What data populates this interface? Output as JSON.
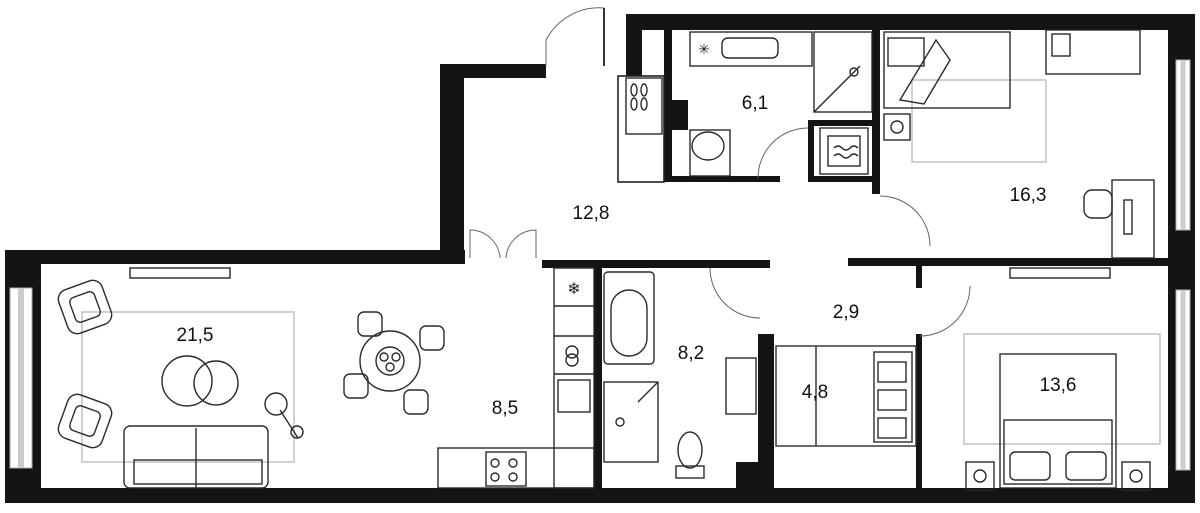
{
  "rooms": [
    {
      "id": "living",
      "area": "21,5"
    },
    {
      "id": "kitchen",
      "area": "8,5"
    },
    {
      "id": "hall",
      "area": "12,8"
    },
    {
      "id": "bath-top",
      "area": "6,1"
    },
    {
      "id": "bedroom-top",
      "area": "16,3"
    },
    {
      "id": "bath-center",
      "area": "8,2"
    },
    {
      "id": "corridor",
      "area": "2,9"
    },
    {
      "id": "wardrobe",
      "area": "4,8"
    },
    {
      "id": "bedroom-bottom",
      "area": "13,6"
    }
  ],
  "colors": {
    "wall": "#141414",
    "line": "#222222",
    "rug": "#bdbdbd",
    "background": "#ffffff"
  }
}
